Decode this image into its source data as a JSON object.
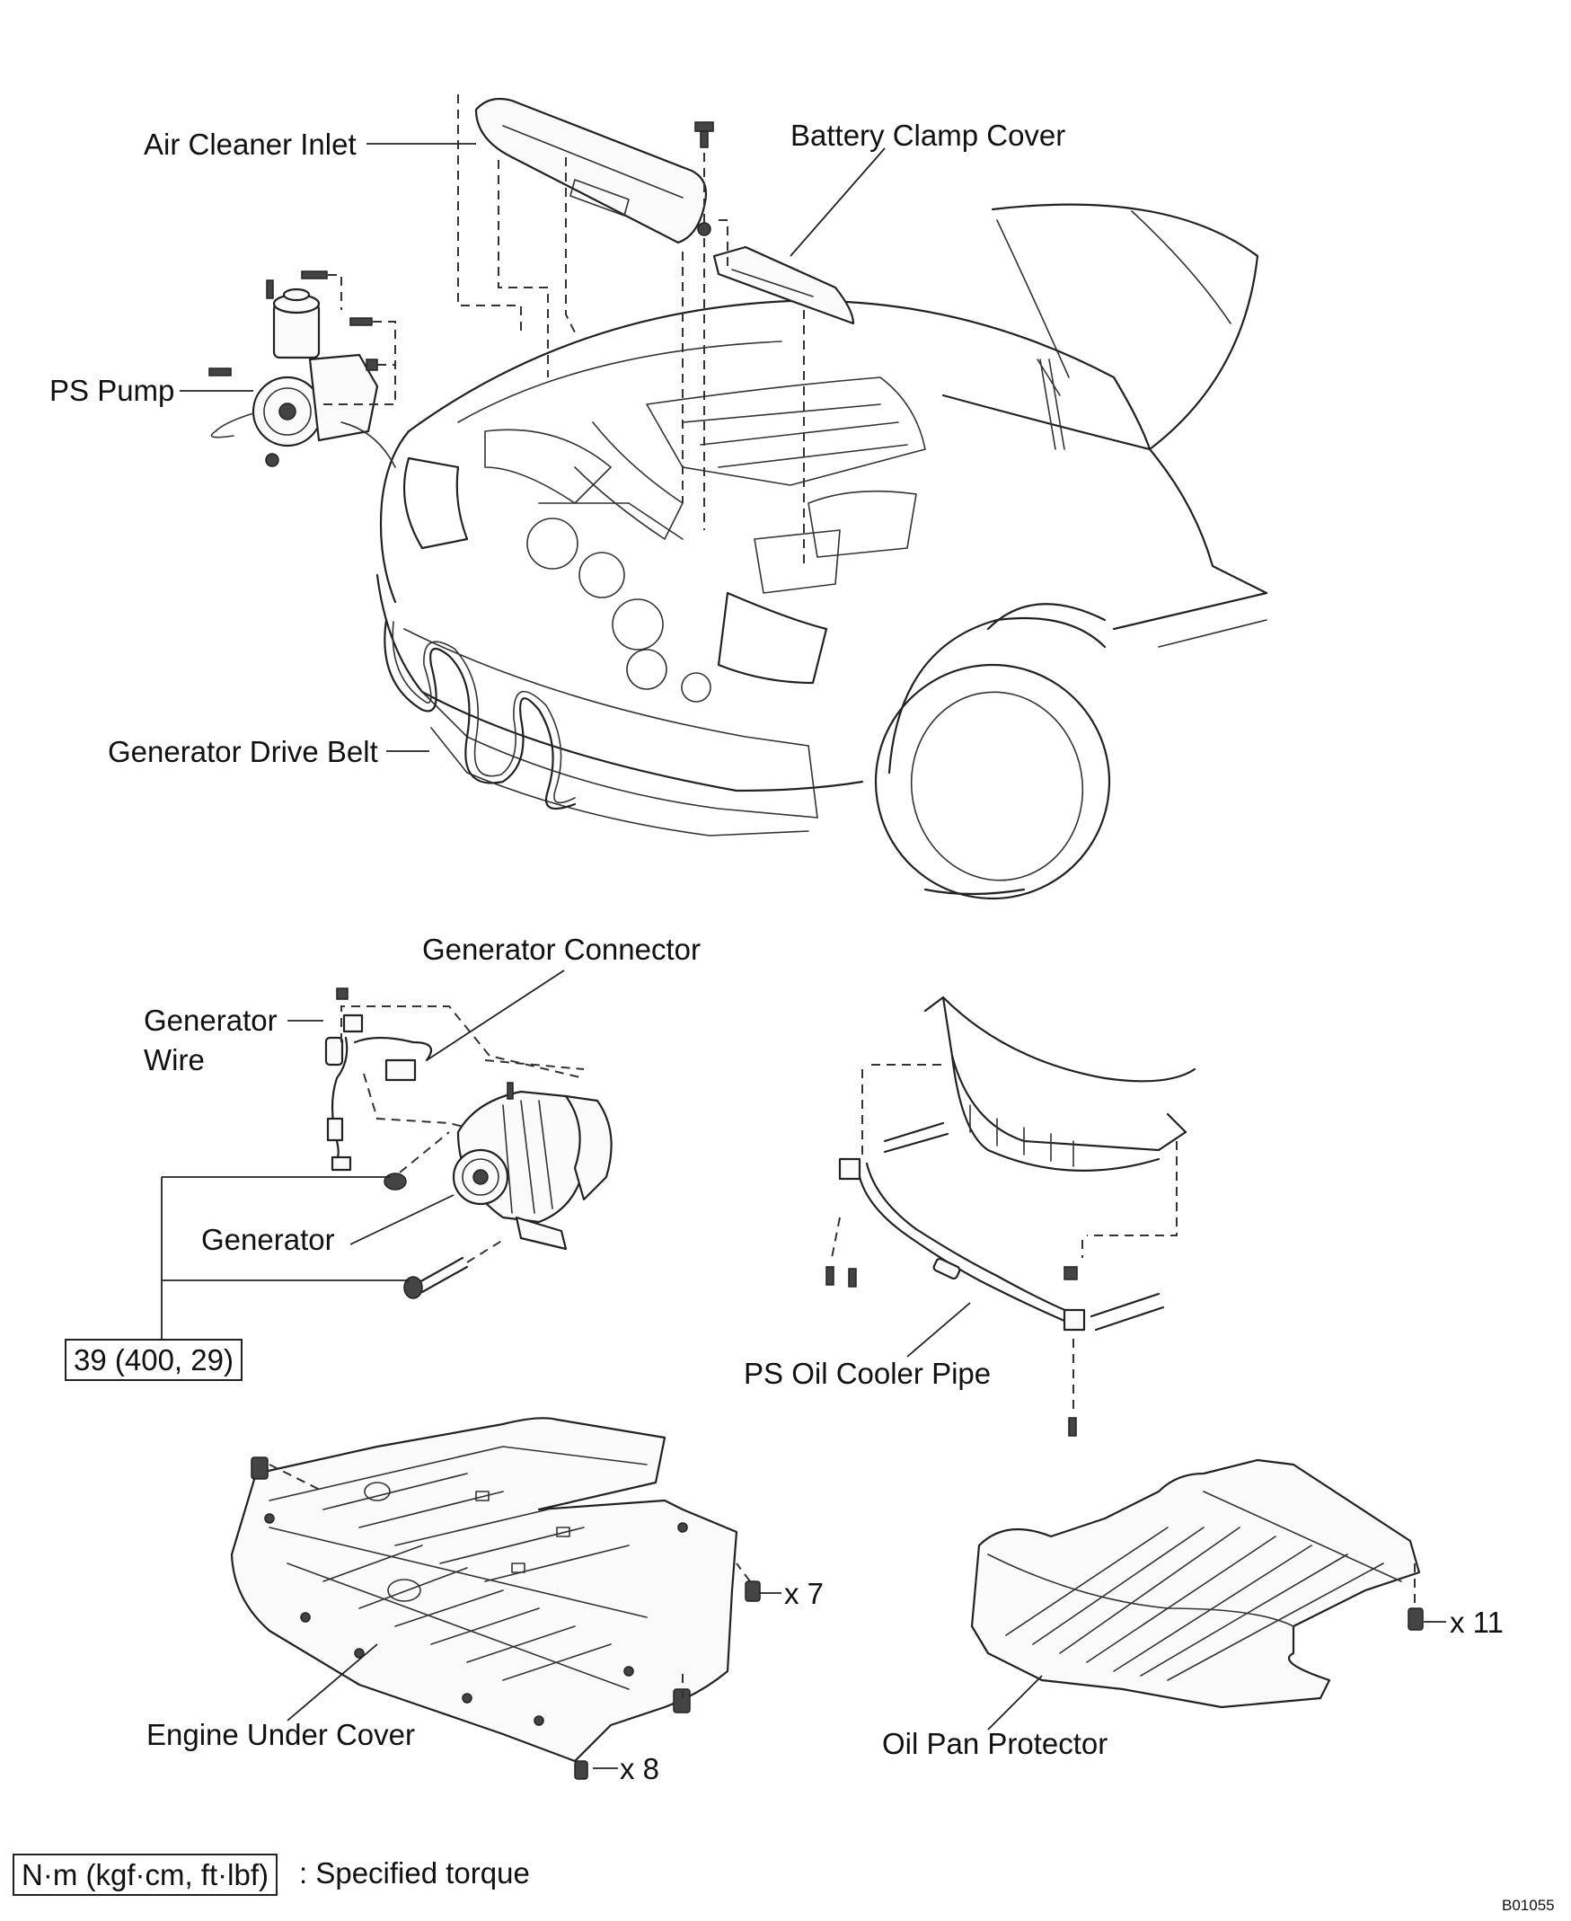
{
  "labels": {
    "air_cleaner_inlet": "Air Cleaner Inlet",
    "battery_clamp_cover": "Battery Clamp Cover",
    "ps_pump": "PS Pump",
    "generator_drive_belt": "Generator Drive Belt",
    "generator_connector": "Generator Connector",
    "generator_wire_line1": "Generator",
    "generator_wire_line2": "Wire",
    "generator": "Generator",
    "ps_oil_cooler_pipe": "PS Oil Cooler Pipe",
    "engine_under_cover": "Engine Under Cover",
    "oil_pan_protector": "Oil Pan Protector"
  },
  "counts": {
    "under_cover_side": "x 7",
    "under_cover_front": "x 8",
    "protector": "x 11"
  },
  "torque_box": "39 (400, 29)",
  "legend": {
    "unit_box": "N·m (kgf·cm, ft·lbf)",
    "text": ": Specified torque"
  },
  "figure_code": "B01055"
}
